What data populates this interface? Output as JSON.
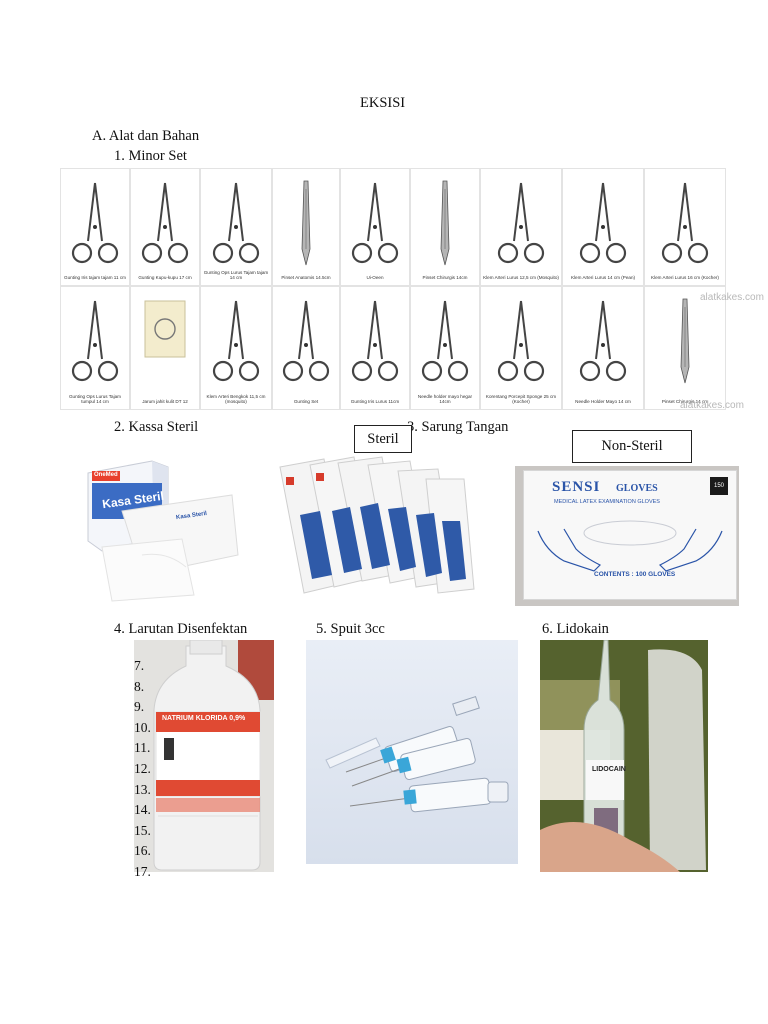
{
  "title": "EKSISI",
  "section_a": "A.  Alat dan Bahan",
  "item1": "1.   Minor Set",
  "minor_set": {
    "row1": [
      "Gunting Iris tajam tajam 11 cm",
      "Gunting Kupu-kupu 17 cm",
      "Gunting Ops Lurus Tajam tajam 14 cm",
      "Pinset Anatomis 14.5cm",
      "Ui-Oeen",
      "Pinset Chirurgis 14cm",
      "Klem Arteri Lurus 12,5 cm (Mosquito)",
      "Klem Arteri Lurus 14 cm (Pean)",
      "Klem Arteri Lurus 16 cm (Kocher)"
    ],
    "row2": [
      "Gunting Ops Lurus Tajam tumpul 14 cm",
      "Jarum jahit kulit DT 12",
      "Klem Arteri Bengkok 11,5 cm (mosquito)",
      "Gunting Set",
      "Gunting Iris Lurus 11cm",
      "Needle holder mayo hegar 14cm",
      "Korentang Porcepit Sponge 25 cm (Kocher)",
      "Needle Holder Mayo 14 cm",
      "Pinset Chirurgis 14 cm"
    ],
    "watermark": "alatkakes.com"
  },
  "item2": "2.   Kassa Steril",
  "item3": "3. Sarung Tangan",
  "label_steril": "Steril",
  "label_nonsteril": "Non-Steril",
  "kassa_pack": {
    "brand": "OneMed",
    "name": "Kasa Steril",
    "inner": "Kasa Steril"
  },
  "gloves_box": {
    "brand": "SENSI",
    "product": "GLOVES",
    "subtitle": "MEDICAL LATEX EXAMINATION GLOVES",
    "contents": "CONTENTS : 100 GLOVES",
    "badge": "150"
  },
  "item4": "4.   Larutan Disenfektan",
  "item5": "5. Spuit 3cc",
  "item6": "6. Lidokain",
  "bottle_label": "NATRIUM KLORIDA 0,9%",
  "ampoule_label": "LIDOCAIN",
  "numbers": [
    "7.",
    "8.",
    "9.",
    "10.",
    "11.",
    "12.",
    "13.",
    "14.",
    "15.",
    "16.",
    "17."
  ],
  "colors": {
    "text": "#111111",
    "blue": "#2a54a8",
    "bottle_red": "#d94530"
  }
}
